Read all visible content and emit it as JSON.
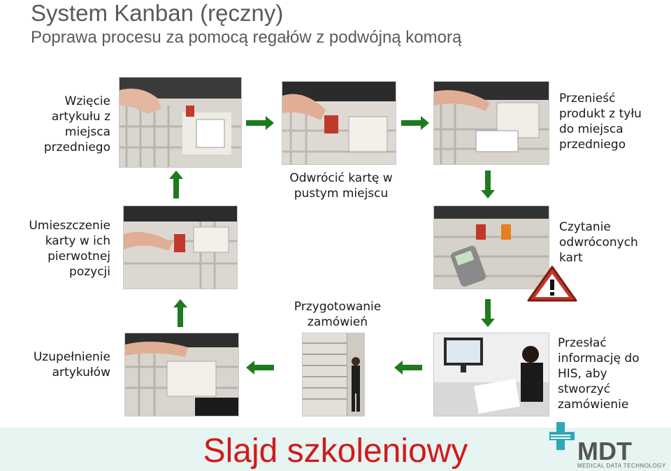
{
  "header": {
    "title": "System Kanban (ręczny)",
    "subtitle": "Poprawa procesu za pomocą regałów z podwójną komorą"
  },
  "steps": [
    {
      "id": "take-front",
      "caption": "Wzięcie artykułu z miejsca przedniego"
    },
    {
      "id": "move-back-to-front",
      "caption": "Przenieść produkt z tyłu do miejsca przedniego"
    },
    {
      "id": "flip-card",
      "caption": "Odwrócić kartę w pustym miejscu"
    },
    {
      "id": "place-card",
      "caption": "Umieszczenie karty w ich pierwotnej pozycji"
    },
    {
      "id": "read-cards",
      "caption": "Czytanie odwróconych kart"
    },
    {
      "id": "prepare-orders",
      "caption": "Przygotowanie zamówień"
    },
    {
      "id": "restock",
      "caption": "Uzupełnienie artykułów"
    },
    {
      "id": "send-his",
      "caption": "Przesłać informację do HIS, aby stworzyć zamówienie"
    }
  ],
  "footer": {
    "text": "Slajd szkoleniowy",
    "logo_text": "MDT",
    "logo_subtext": "MEDICAL DATA TECHNOLOGY"
  },
  "colors": {
    "arrow": "#1e7a1e",
    "footer_text": "#d21a1a",
    "warning": "#c0392b",
    "title": "#5a5a5a",
    "logo_cross": "#2fa8b5"
  },
  "icons": {
    "warning": "warning-triangle-icon"
  }
}
